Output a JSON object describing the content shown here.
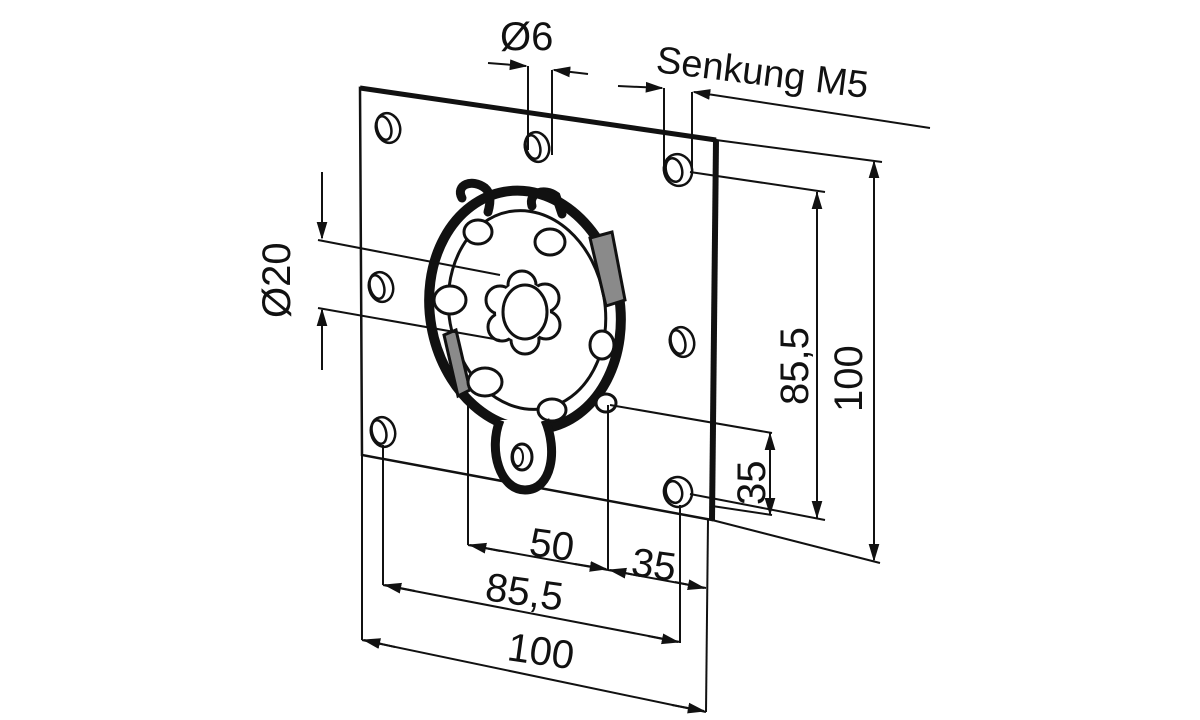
{
  "drawing": {
    "subject": "Motor bracket mounting plate with clip ring (isometric technical drawing)",
    "labels": {
      "hole_diameter": "Ø6",
      "countersink": "Senkung M5",
      "center_diameter": "Ø20"
    },
    "dimensions_horizontal": {
      "offset_50": "50",
      "offset_35": "35",
      "hole_spacing": "85,5",
      "plate_width": "100"
    },
    "dimensions_vertical": {
      "hole_spacing": "85,5",
      "plate_height": "100",
      "offset_35": "35"
    },
    "colors": {
      "line": "#111111",
      "background": "#ffffff",
      "shade": "#8a8a8a"
    }
  }
}
